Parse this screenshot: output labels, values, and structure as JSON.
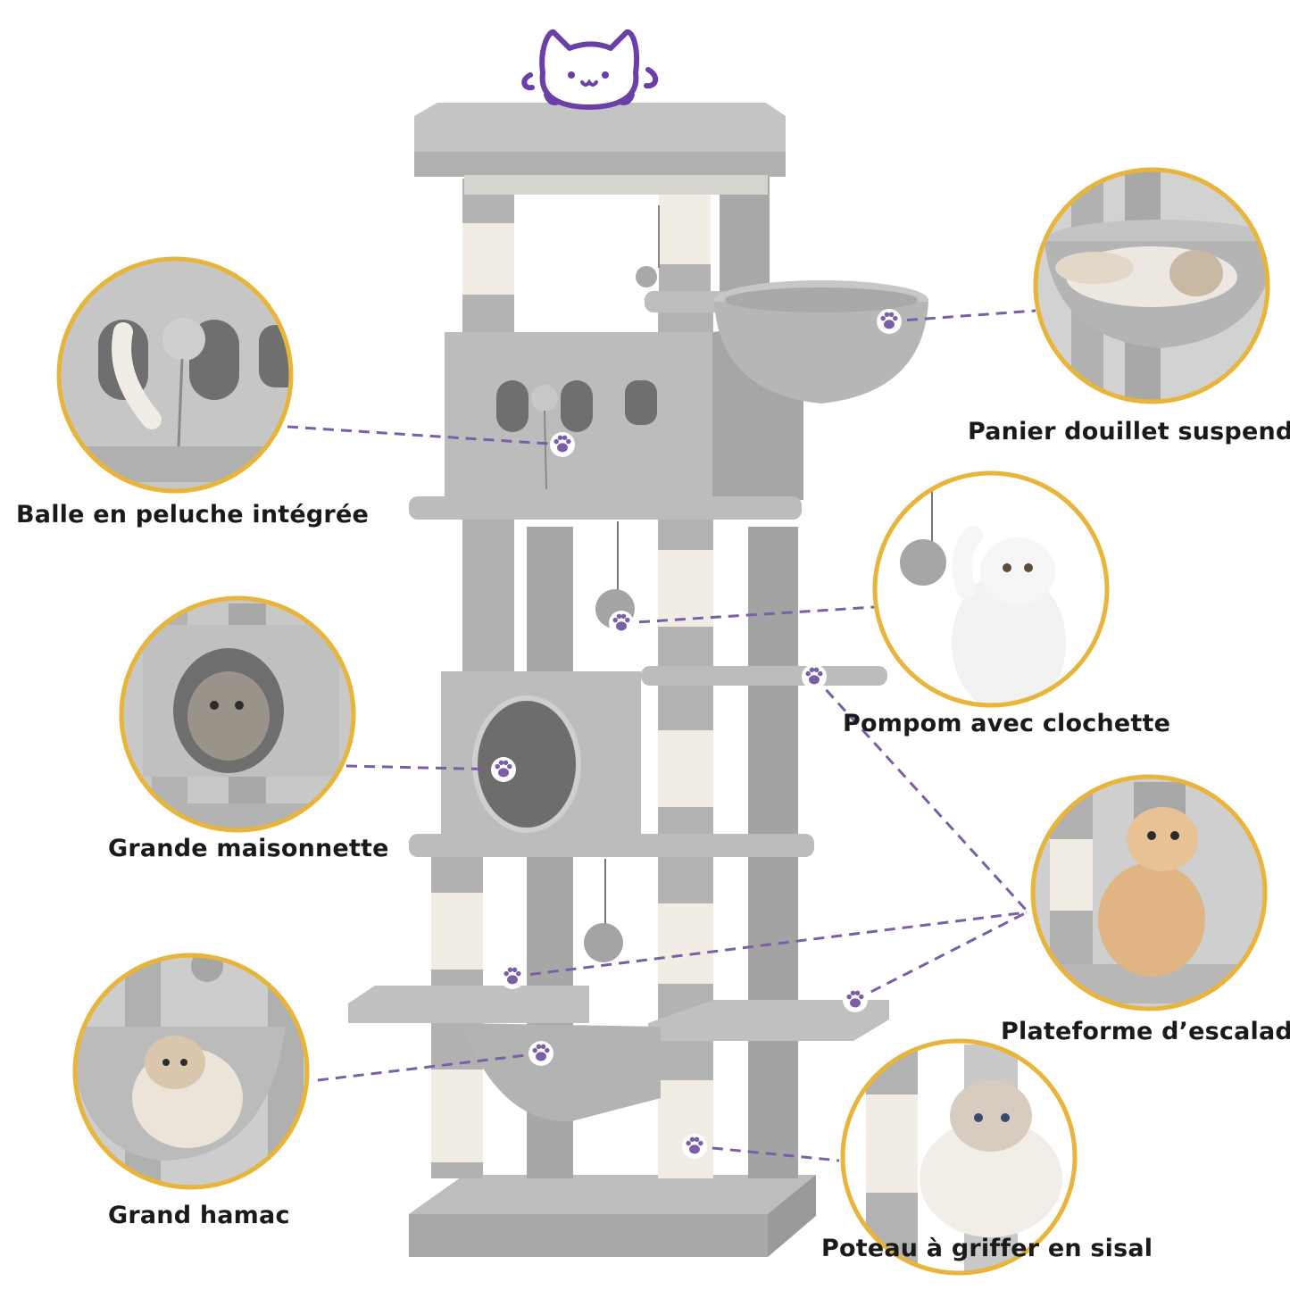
{
  "features": [
    {
      "id": "basket",
      "label": "Panier douillet suspendu"
    },
    {
      "id": "plush-ball",
      "label": "Balle en peluche intégrée"
    },
    {
      "id": "pompom",
      "label": "Pompom avec clochette"
    },
    {
      "id": "condo",
      "label": "Grande maisonnette"
    },
    {
      "id": "platform",
      "label": "Plateforme d’escalade"
    },
    {
      "id": "hammock",
      "label": "Grand hamac"
    },
    {
      "id": "sisal-post",
      "label": "Poteau à griffer en sisal"
    }
  ],
  "colors": {
    "plush": "#b9b9b9",
    "plush_dark": "#9e9e9e",
    "sisal": "#f1ede4",
    "accent_gold": "#e8b43a",
    "connector_purple": "#7b5ea7",
    "logo_purple": "#6b3fa8"
  },
  "icons": [
    "cat-logo-icon",
    "paw-icon"
  ]
}
